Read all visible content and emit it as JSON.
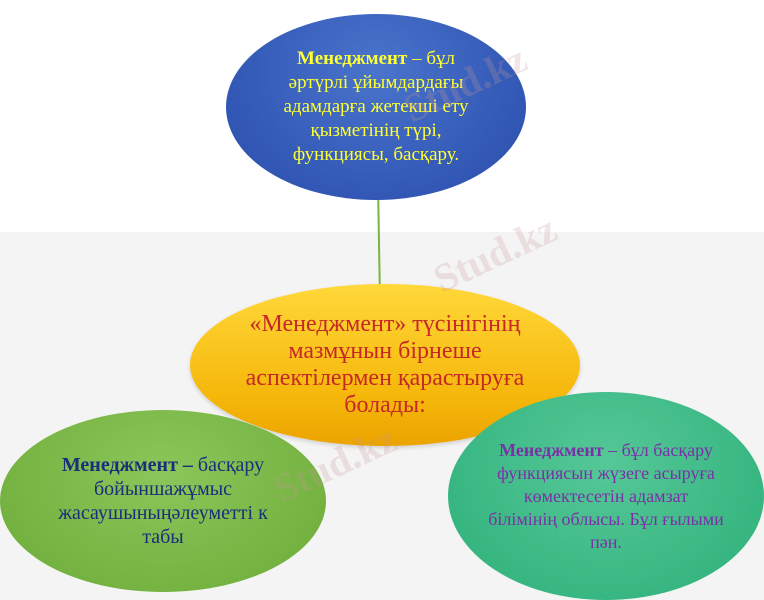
{
  "watermark": "Stud.kz",
  "top_node": {
    "term": "Менеджмент",
    "text": " – бұл әртүрлі ұйымдардағы адамдарға жетекші ету қызметінің түрі, функциясы, басқару.",
    "color": "#3257b5",
    "text_color": "#ffff33"
  },
  "center_node": {
    "text": "«Менеджмент» түсінігінің мазмұнын бірнеше аспектілермен қарастыруға болады:",
    "color": "#f5b70a",
    "text_color": "#c62828"
  },
  "left_node": {
    "term": "Менеджмент –",
    "text": " басқару бойыншажұмыс жасаушыныңәлеуметті к табы",
    "color": "#72b03e",
    "text_color": "#1a2f7a"
  },
  "right_node": {
    "term": "Менеджмент",
    "text": " – бұл басқару функциясын жүзеге асыруға көмектесетін адамзат білімінің облысы. Бұл ғылыми пән.",
    "color": "#34b47e",
    "text_color": "#7b2fa8"
  }
}
